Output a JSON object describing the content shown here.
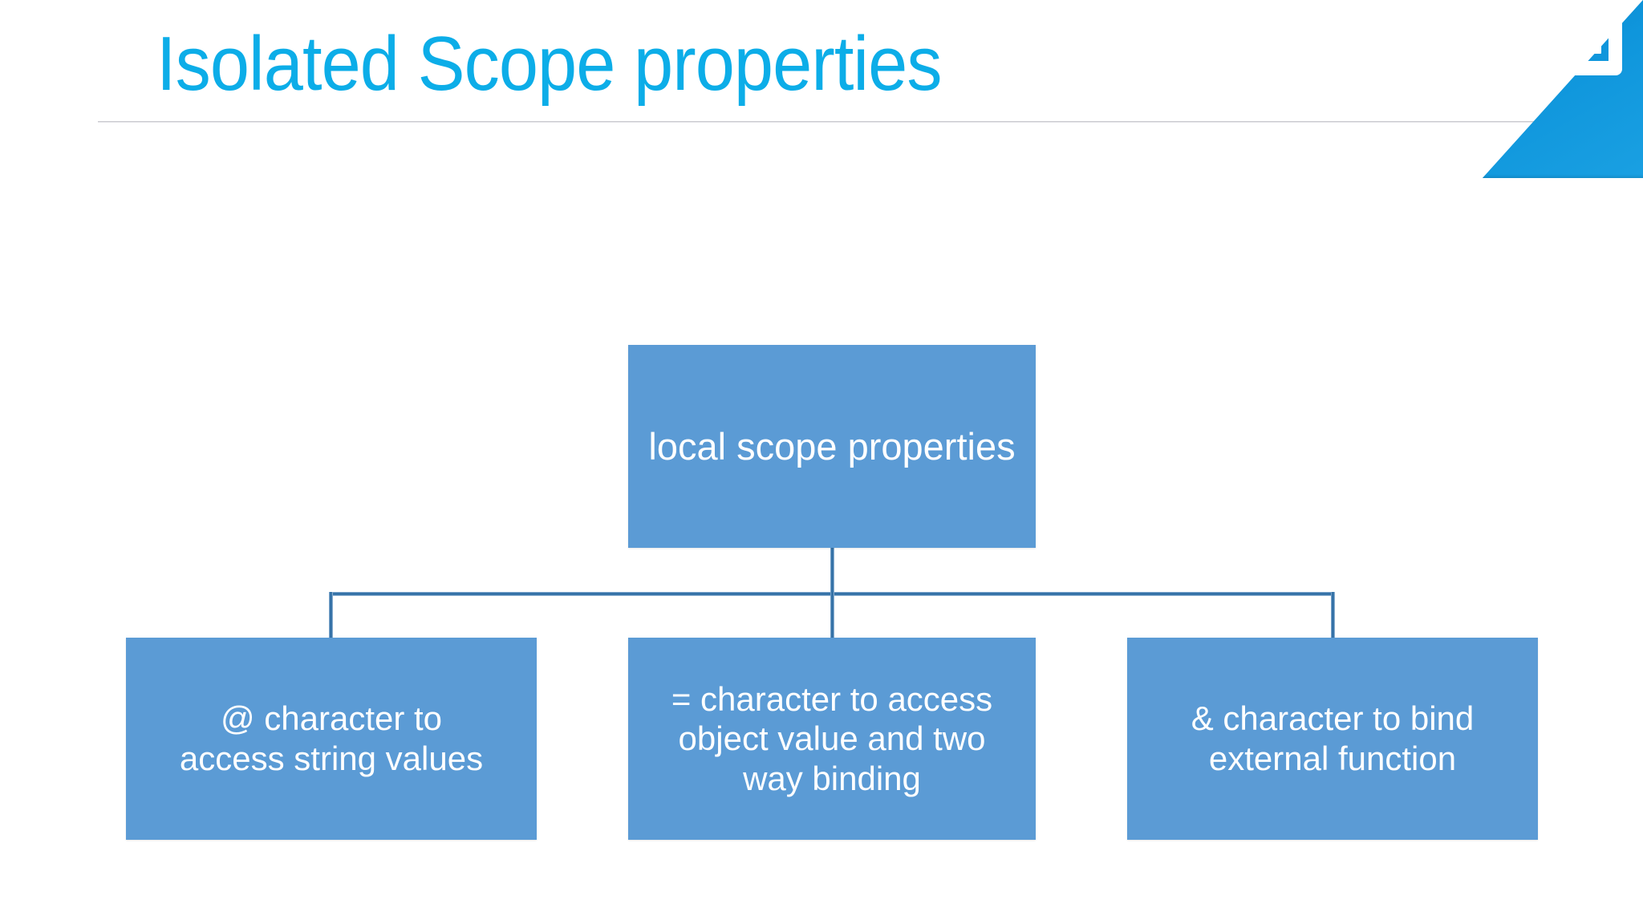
{
  "slide": {
    "title": "Isolated Scope properties",
    "title_color": "#0CADE8",
    "background_color": "#ffffff",
    "rule_color": "#c9c9ce"
  },
  "branding": {
    "corner_wedge_color": "#0D8FD4",
    "logo_icon_name": "nested-square-logo-icon",
    "logo_color": "#ffffff"
  },
  "diagram": {
    "type": "org-chart",
    "node_fill": "#5B9BD5",
    "node_text_color": "#ffffff",
    "connector_color": "#2E6DA4",
    "root": {
      "id": "local-scope-properties",
      "label": "local scope properties"
    },
    "children": [
      {
        "id": "at-character",
        "label": "@ character  to\naccess string values"
      },
      {
        "id": "equals-character",
        "label": "= character to access\nobject value and two\nway binding"
      },
      {
        "id": "ampersand-character",
        "label": "& character to bind\nexternal function"
      }
    ]
  }
}
